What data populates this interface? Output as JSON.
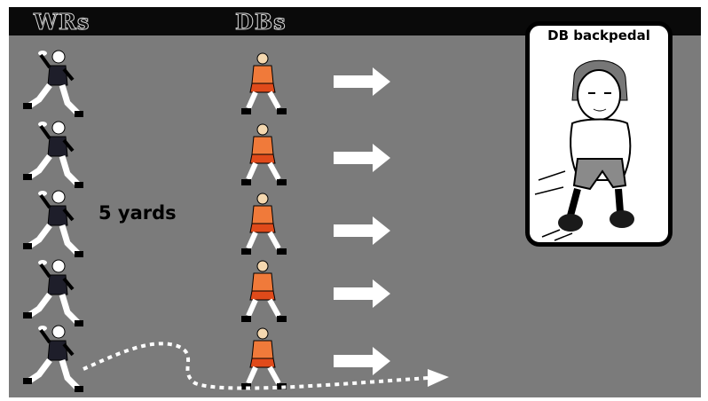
{
  "header": {
    "wr_label": "WRs",
    "db_label": "DBs"
  },
  "distance_label": "5 yards",
  "card": {
    "title": "DB backpedal",
    "icon": "db-backpedal-illustration"
  },
  "receivers": [
    {
      "role": "wide receiver",
      "icon": "wide-receiver-figure"
    },
    {
      "role": "wide receiver",
      "icon": "wide-receiver-figure"
    },
    {
      "role": "wide receiver",
      "icon": "wide-receiver-figure"
    },
    {
      "role": "wide receiver",
      "icon": "wide-receiver-figure"
    },
    {
      "role": "wide receiver",
      "icon": "wide-receiver-figure"
    }
  ],
  "defenders": [
    {
      "role": "defensive back",
      "icon": "defensive-back-figure"
    },
    {
      "role": "defensive back",
      "icon": "defensive-back-figure"
    },
    {
      "role": "defensive back",
      "icon": "defensive-back-figure"
    },
    {
      "role": "defensive back",
      "icon": "defensive-back-figure"
    },
    {
      "role": "defensive back",
      "icon": "defensive-back-figure"
    }
  ],
  "colors": {
    "field": "#7b7b7b",
    "bar": "#0a0a0a",
    "db_jersey": "#f07a3a",
    "db_shorts": "#e04a1a",
    "wr_jersey": "#1e1e2a",
    "arrow": "#ffffff"
  }
}
